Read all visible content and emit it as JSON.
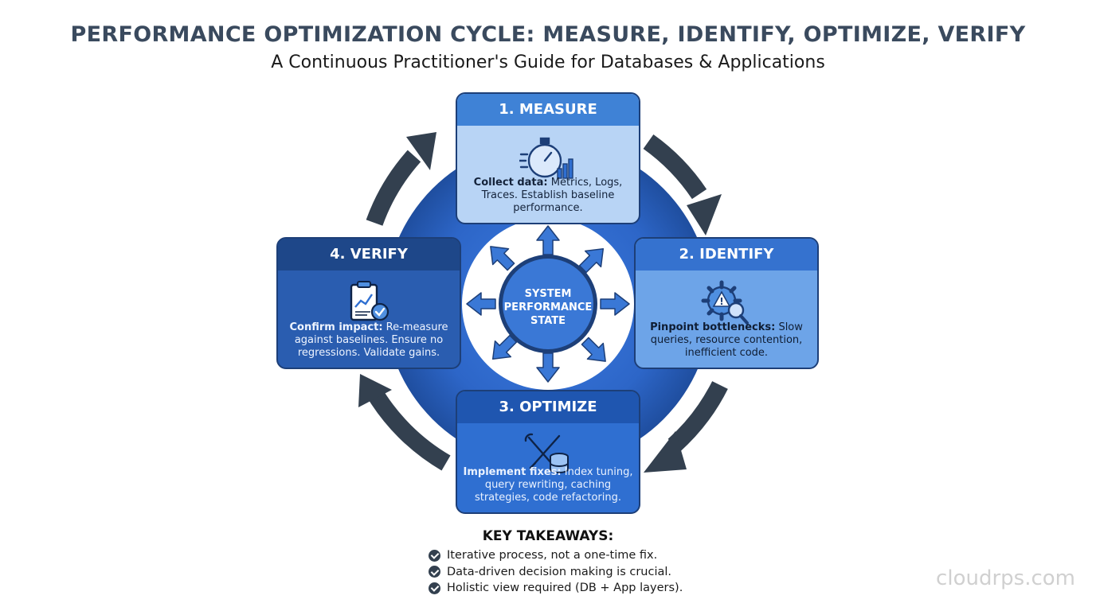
{
  "title": "PERFORMANCE OPTIMIZATION CYCLE: MEASURE, IDENTIFY, OPTIMIZE, VERIFY",
  "subtitle": "A Continuous Practitioner's Guide for Databases & Applications",
  "center": {
    "line1": "SYSTEM",
    "line2": "PERFORMANCE",
    "line3": "STATE"
  },
  "steps": [
    {
      "heading": "1. MEASURE",
      "icon": "stopwatch-chart-icon",
      "lead": "Collect data:",
      "text": " Metrics, Logs, Traces. Establish baseline performance."
    },
    {
      "heading": "2. IDENTIFY",
      "icon": "gear-warning-magnifier-icon",
      "lead": "Pinpoint bottlenecks:",
      "text": " Slow queries, resource contention, inefficient code."
    },
    {
      "heading": "3. OPTIMIZE",
      "icon": "wrench-screwdriver-database-icon",
      "lead": "Implement fixes:",
      "text": " Index tuning, query rewriting, caching strategies, code refactoring."
    },
    {
      "heading": "4. VERIFY",
      "icon": "clipboard-chart-check-icon",
      "lead": "Confirm impact:",
      "text": " Re-measure against baselines. Ensure no regressions. Validate gains."
    }
  ],
  "takeaways": {
    "heading": "KEY TAKEAWAYS:",
    "items": [
      "Iterative process, not a one-time fix.",
      "Data-driven decision making is crucial.",
      "Holistic view required (DB + App layers)."
    ]
  },
  "watermark": "cloudrps.com",
  "colors": {
    "ring_outer": "#2f64c2",
    "ring_inner": "#1f4fa6",
    "cycle_arrows": "#33404f",
    "measure": "#b8d4f5",
    "identify": "#6da4e8",
    "optimize": "#2f6fd1",
    "verify": "#2a5db0"
  }
}
